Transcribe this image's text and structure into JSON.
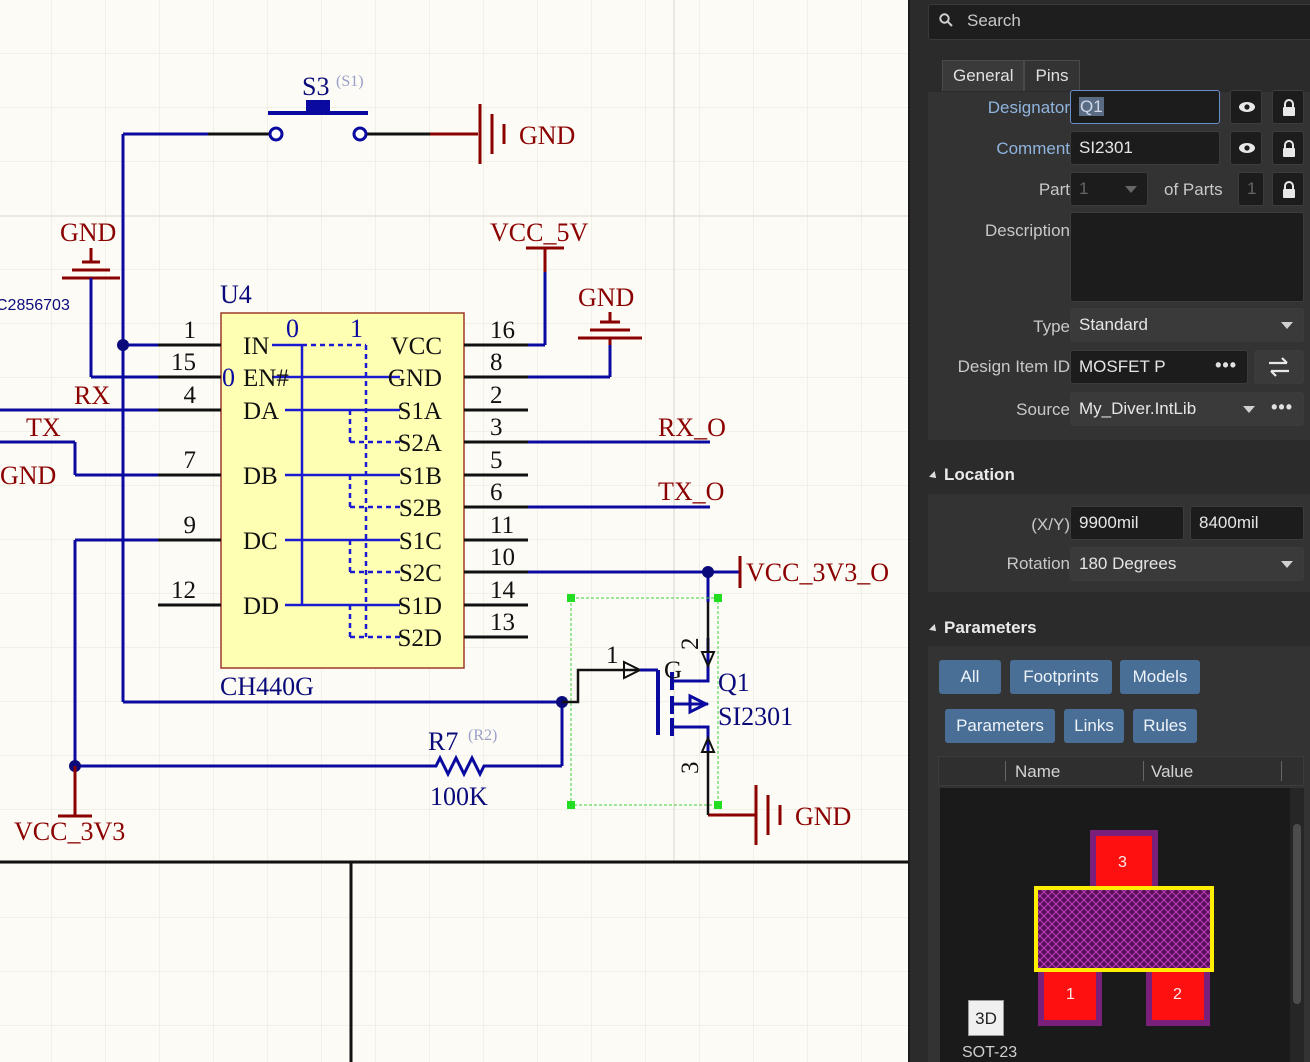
{
  "schematic": {
    "switch": {
      "designator": "S3",
      "alt": "(S1)"
    },
    "ic": {
      "designator": "U4",
      "part": "CH440G",
      "left_pins": [
        {
          "num": "1",
          "name": "IN"
        },
        {
          "num": "15",
          "name": "EN#"
        },
        {
          "num": "4",
          "name": "DA"
        },
        {
          "num": "7",
          "name": "DB"
        },
        {
          "num": "9",
          "name": "DC"
        },
        {
          "num": "12",
          "name": "DD"
        }
      ],
      "right_pins": [
        {
          "num": "16",
          "name": "VCC"
        },
        {
          "num": "8",
          "name": "GND"
        },
        {
          "num": "2",
          "name": "S1A"
        },
        {
          "num": "3",
          "name": "S2A"
        },
        {
          "num": "5",
          "name": "S1B"
        },
        {
          "num": "6",
          "name": "S2B"
        },
        {
          "num": "11",
          "name": "S1C"
        },
        {
          "num": "10",
          "name": "S2C"
        },
        {
          "num": "14",
          "name": "S1D"
        },
        {
          "num": "13",
          "name": "S2D"
        }
      ],
      "ctrl_labels": {
        "zero": "0",
        "one": "1",
        "en_zero": "0"
      }
    },
    "nets": {
      "gnd": "GND",
      "vcc5v": "VCC_5V",
      "rx": "RX",
      "tx": "TX",
      "rx_o": "RX_O",
      "tx_o": "TX_O",
      "vcc3v3_o": "VCC_3V3_O",
      "vcc3v3": "VCC_3V3",
      "lcsc": "C2856703"
    },
    "mosfet": {
      "designator": "Q1",
      "comment": "SI2301",
      "pin_g": "1",
      "pin_2": "2",
      "pin_3": "3",
      "gate": "G"
    },
    "resistor": {
      "designator": "R7",
      "alt": "(R2)",
      "value": "100K"
    }
  },
  "panel": {
    "search_placeholder": "Search",
    "tabs": [
      "General",
      "Pins"
    ],
    "general": {
      "designator_label": "Designator",
      "designator_value": "Q1",
      "comment_label": "Comment",
      "comment_value": "SI2301",
      "part_label": "Part",
      "part_value": "1",
      "of_parts_label": "of Parts",
      "of_parts_value": "1",
      "description_label": "Description",
      "description_value": "",
      "type_label": "Type",
      "type_value": "Standard",
      "design_item_label": "Design Item ID",
      "design_item_value": "MOSFET P",
      "source_label": "Source",
      "source_value": "My_Diver.IntLib"
    },
    "location": {
      "header": "Location",
      "xy_label": "(X/Y)",
      "x_value": "9900mil",
      "y_value": "8400mil",
      "rotation_label": "Rotation",
      "rotation_value": "180 Degrees"
    },
    "parameters": {
      "header": "Parameters",
      "filters": [
        "All",
        "Footprints",
        "Models",
        "Parameters",
        "Links",
        "Rules"
      ],
      "col_name": "Name",
      "col_value": "Value",
      "preview": {
        "pad1": "1",
        "pad2": "2",
        "pad3": "3",
        "btn_3d": "3D",
        "footprint": "SOT-23"
      }
    }
  }
}
